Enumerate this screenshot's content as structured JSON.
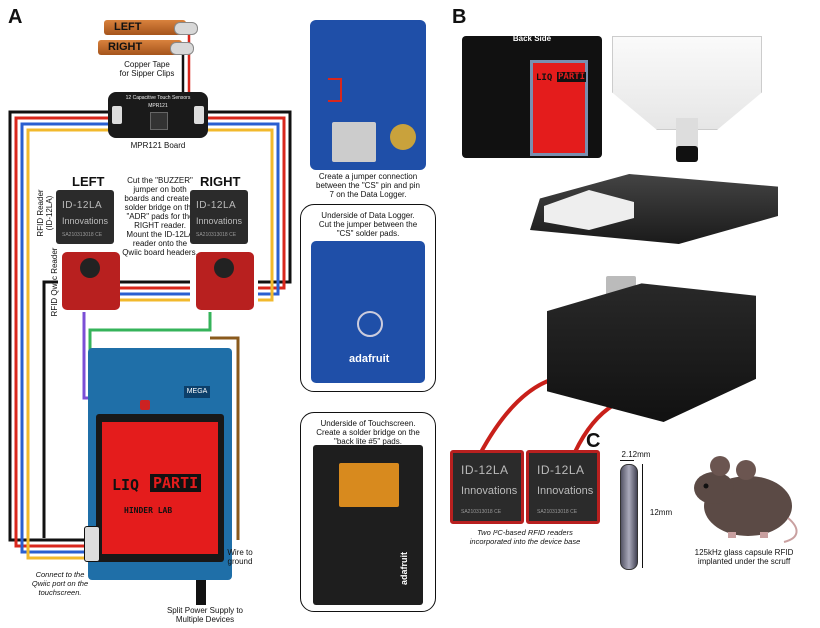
{
  "panels": {
    "a": "A",
    "b": "B",
    "c": "C"
  },
  "tags": {
    "left": "LEFT",
    "right": "RIGHT"
  },
  "captions": {
    "copper_tape": "Copper Tape\nfor Sipper Clips",
    "mpr121_board": "MPR121 Board",
    "mpr121_chip_title": "12 Capacitive Touch Sensors",
    "mpr121_chip_name": "MPR121",
    "reader_left": "LEFT",
    "reader_right": "RIGHT",
    "buzzer_note": "Cut the \"BUZZER\"\njumper on both\nboards and create a\nsolder bridge on the\n\"ADR\" pads for the\nRIGHT reader.\nMount the ID-12LA\nreader onto the\nQwiic board headers.",
    "rfid_reader_side": "RFID Reader\n(ID-12LA)",
    "rfid_qwiic_side": "RFID Qwiic Reader",
    "connect_qwiic": "Connect to the\nQwiic port on the\ntouchscreen.",
    "wire_ground": "Wire to\nground",
    "power_supply": "Split Power Supply to\nMultiple Devices",
    "jumper_cs": "Create a jumper connection\nbetween the \"CS\" pin and pin\n7 on the Data Logger.",
    "underside_logger": "Underside of Data Logger.\nCut the jumper between the\n\"CS\" solder pads.",
    "underside_touch": "Underside of Touchscreen.\nCreate a solder bridge on the\n\"back lite #5\" pads.",
    "back_side": "Back Side",
    "two_readers": "Two I²C-based RFID readers\nincorporated into the device base",
    "capsule_width": "2.12mm",
    "capsule_length": "12mm",
    "implant_note": "125kHz glass capsule RFID\nimplanted under the scruff"
  },
  "rfid_module": {
    "model": "ID-12LA",
    "brand": "Innovations",
    "serial": "SA210313018 CE"
  },
  "screen": {
    "logo_liq": "LIQ",
    "logo_parti": "PARTI",
    "logo_sub": "HINDER LAB"
  },
  "board_labels": {
    "mega": "MEGA",
    "adafruit": "adafruit"
  },
  "colors": {
    "wire_black": "#111111",
    "wire_red": "#d8271c",
    "wire_blue": "#2a5fd0",
    "wire_yellow": "#f2b92c",
    "wire_green": "#35b35a",
    "wire_purple": "#7b4fd6",
    "wire_brown": "#8a5a1c",
    "arrow_red": "#c8201a",
    "screen_red": "#e41c1c"
  }
}
